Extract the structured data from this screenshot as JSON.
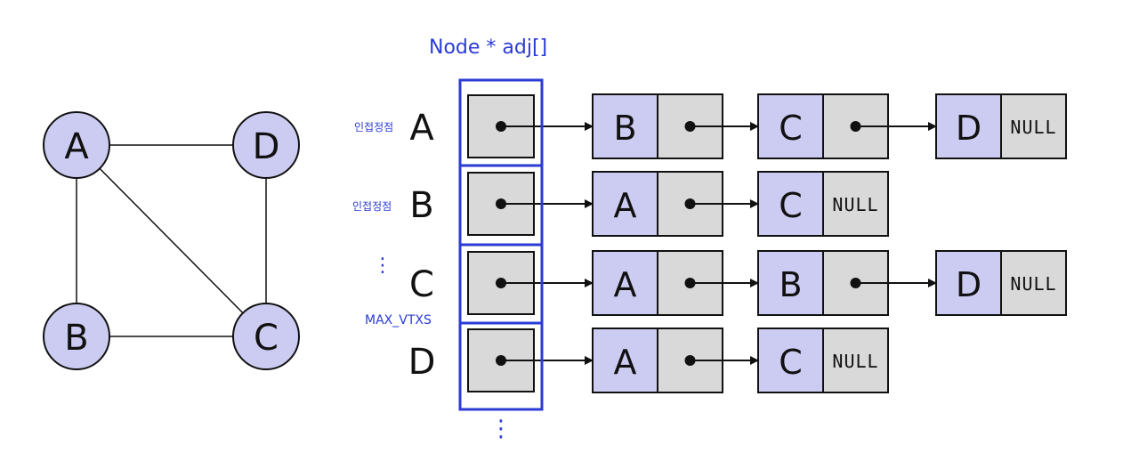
{
  "graph": {
    "vertices": [
      "A",
      "D",
      "B",
      "C"
    ],
    "edges": [
      [
        "A",
        "D"
      ],
      [
        "A",
        "B"
      ],
      [
        "A",
        "C"
      ],
      [
        "D",
        "C"
      ],
      [
        "B",
        "C"
      ]
    ]
  },
  "annotations": {
    "array_title": "Node * adj[]",
    "row_a_note": "인접정점",
    "row_b_note": "인접정점",
    "ellipsis_mid": "⋮",
    "max_label": "MAX_VTXS",
    "ellipsis_bottom": "⋮"
  },
  "adjacency": {
    "null_label": "NULL",
    "rows": [
      {
        "vertex": "A",
        "list": [
          "B",
          "C",
          "D"
        ]
      },
      {
        "vertex": "B",
        "list": [
          "A",
          "C"
        ]
      },
      {
        "vertex": "C",
        "list": [
          "A",
          "B",
          "D"
        ]
      },
      {
        "vertex": "D",
        "list": [
          "A",
          "C"
        ]
      }
    ]
  },
  "colors": {
    "vertex_fill": "#ccccf2",
    "cell_fill": "#d9d9d9",
    "highlight": "#2b3bd6",
    "stroke": "#111111"
  }
}
